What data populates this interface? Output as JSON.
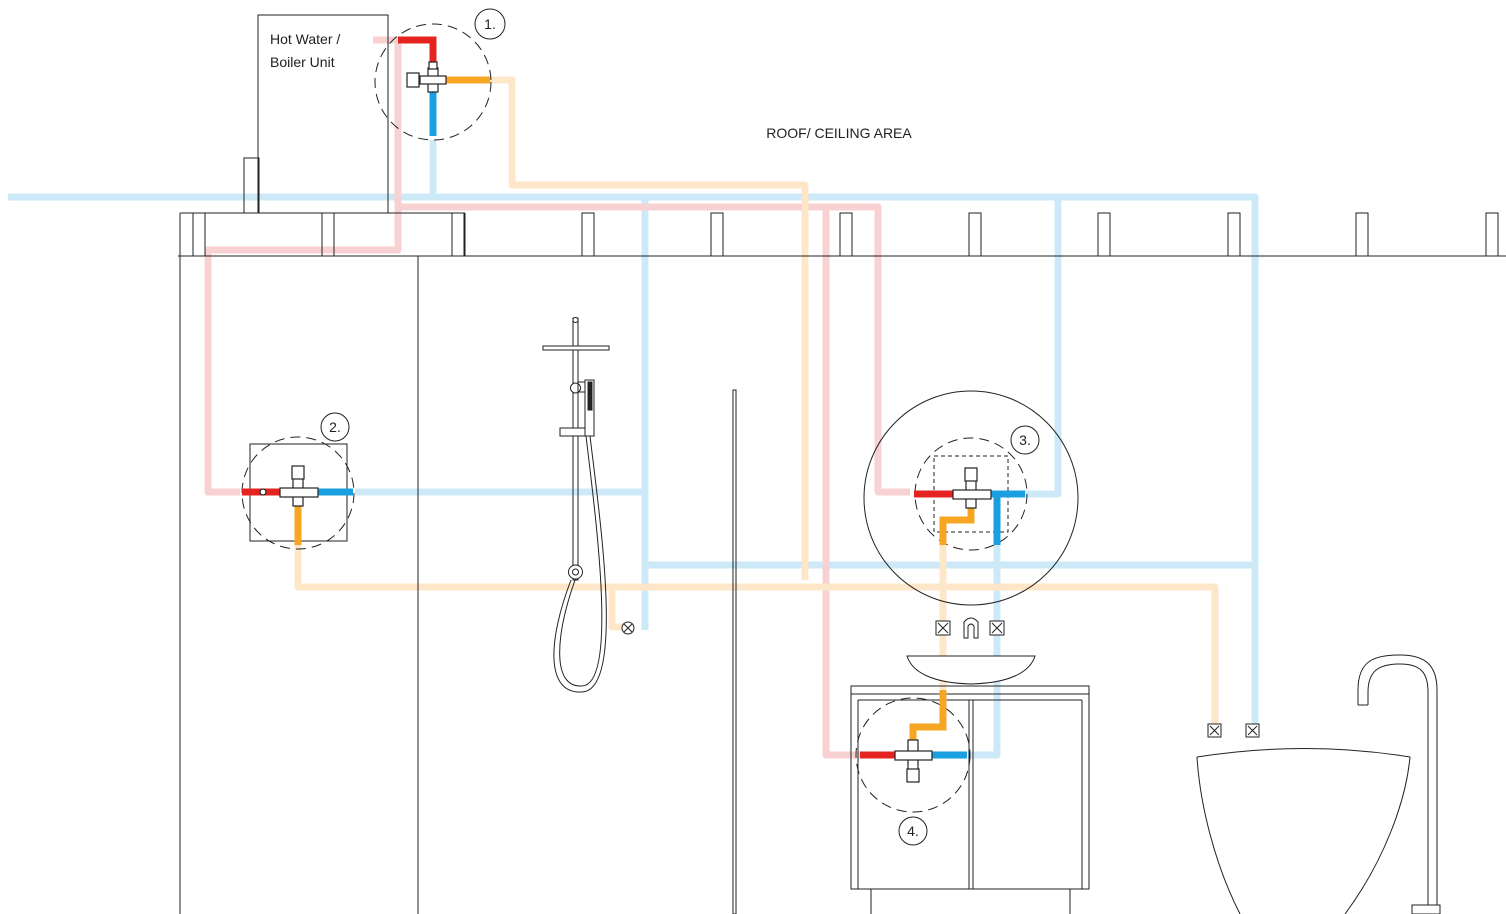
{
  "labels": {
    "boiler_line1": "Hot Water /",
    "boiler_line2": "Boiler Unit",
    "roof_area": "ROOF/ CEILING AREA",
    "marker_1": "1.",
    "marker_2": "2.",
    "marker_3": "3.",
    "marker_4": "4."
  },
  "colors": {
    "hot": "#e52421",
    "hot_faded": "#f8d2d3",
    "cold": "#1aa0e0",
    "cold_faded": "#cde9f8",
    "mixed": "#f5a623",
    "mixed_faded": "#fde7c8",
    "line": "#222222"
  },
  "icons": {
    "valve": "thermostatic-mixing-valve-icon",
    "tap": "cross-handle-tap-icon",
    "spout": "wall-spout-icon"
  }
}
